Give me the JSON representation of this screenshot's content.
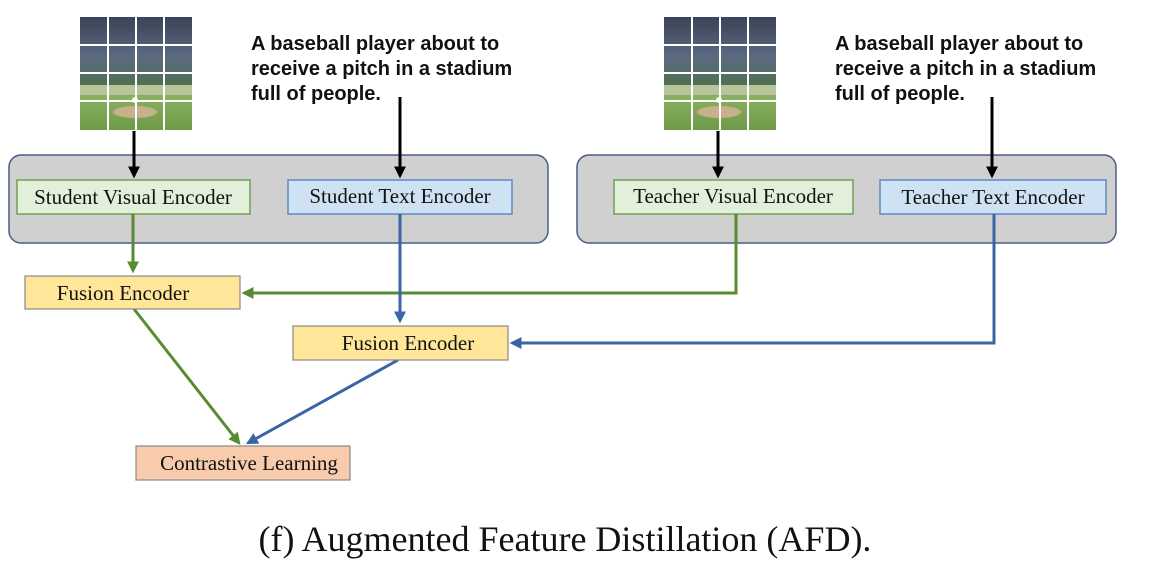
{
  "image_caption_left": [
    "A baseball player about to",
    "receive a pitch in a stadium",
    "full of people."
  ],
  "image_caption_right": [
    "A baseball player about to",
    "receive a pitch in a stadium",
    "full of people."
  ],
  "nodes": {
    "student_visual": "Student Visual Encoder",
    "student_text": "Student Text Encoder",
    "teacher_visual": "Teacher Visual Encoder",
    "teacher_text": "Teacher Text Encoder",
    "fusion_left": "Fusion Encoder",
    "fusion_right": "Fusion Encoder",
    "contrastive": "Contrastive Learning"
  },
  "title": "(f) Augmented Feature Distillation (AFD).",
  "colors": {
    "visual_path": "#5a8a32",
    "text_path": "#3a64a4",
    "panel": "#d0d0d0",
    "visual_box": "#e2efda",
    "text_box": "#cfe2f3",
    "fusion_box": "#ffe699",
    "contrastive_box": "#f7cbac"
  },
  "icons": [
    "baseball-photo-grid-left",
    "baseball-photo-grid-right"
  ]
}
